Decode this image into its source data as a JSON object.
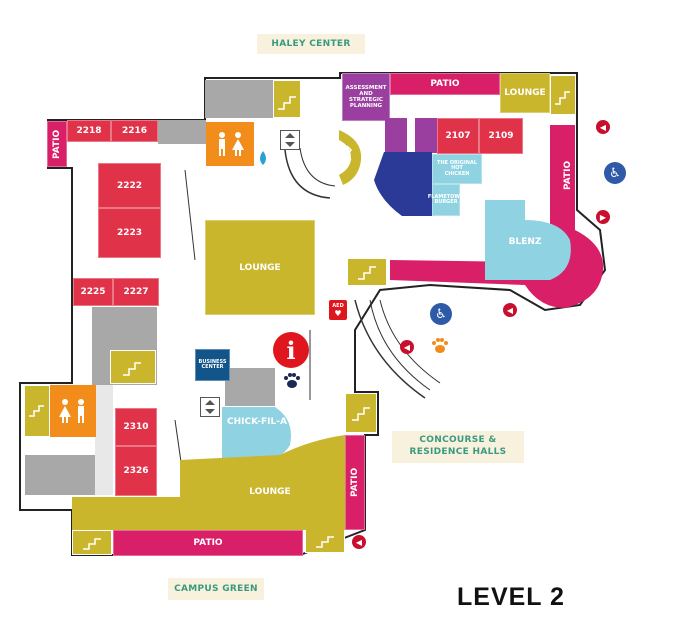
{
  "title": "LEVEL 2",
  "labels": {
    "haley_center": "HALEY CENTER",
    "campus_green": "CAMPUS GREEN",
    "concourse": "CONCOURSE &\nRESIDENCE HALLS"
  },
  "rooms": {
    "r2218": "2218",
    "r2216": "2216",
    "r2222": "2222",
    "r2223": "2223",
    "r2225": "2225",
    "r2227": "2227",
    "r2107": "2107",
    "r2109": "2109",
    "r2310": "2310",
    "r2326": "2326"
  },
  "areas": {
    "lounge_center": "LOUNGE",
    "lounge_top_right": "LOUNGE",
    "lounge_bottom": "LOUNGE",
    "patio_top": "PATIO",
    "patio_left": "PATIO",
    "patio_right": "PATIO",
    "patio_bottom_right": "PATIO",
    "patio_bottom": "PATIO",
    "assessment": "ASSESSMENT\nAND\nSTRATEGIC\nPLANNING",
    "original_hot_chicken": "THE ORIGINAL\nHOT\nCHICKEN",
    "flametown": "FLAMETOWN\nBURGER",
    "blenz": "BLENZ",
    "chick_fil_a": "CHICK-FIL-A",
    "business_center": "BUSINESS\nCENTER",
    "aed": "AED"
  },
  "colors": {
    "red_room": "#e0334a",
    "pink_patio": "#d81f67",
    "olive_lounge": "#c9b62c",
    "restroom_orange": "#f28c1b",
    "accessible_blue": "#2e5aa8",
    "info_red": "#e0161e",
    "label_teal": "#3a9a7e"
  },
  "icons": [
    "restroom-icon",
    "elevator-icon",
    "water-fountain-icon",
    "stairs-icon",
    "accessible-icon",
    "entrance-arrow-icon",
    "information-icon",
    "paw-print-icon",
    "aed-icon"
  ]
}
